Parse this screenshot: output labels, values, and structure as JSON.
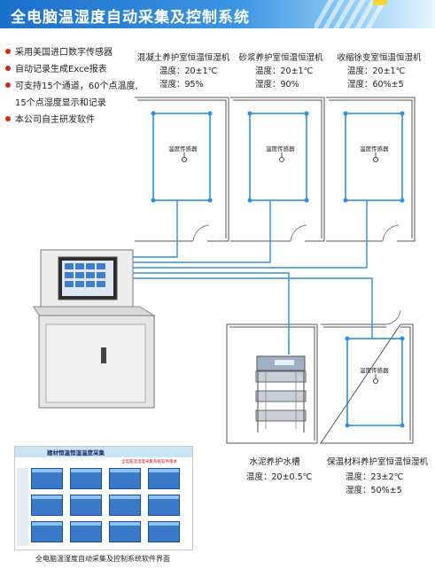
{
  "header": {
    "title": "全电脑温湿度自动采集及控制系统"
  },
  "features": [
    "采用美国进口数字传感器",
    "自动记录生成Exce报表",
    "可支持15个通道，60个点温度,",
    "15个点湿度显示和记录",
    "本公司自主研发软件"
  ],
  "rooms": [
    {
      "title": "混凝土养护室恒温恒湿机",
      "temp": "温度：20±1℃",
      "humidity": "湿度：95%"
    },
    {
      "title": "砂浆养护室恒温恒湿机",
      "temp": "温度：20±1℃",
      "humidity": "湿度：90%"
    },
    {
      "title": "收缩徐变室恒温恒湿机",
      "temp": "温度：20±1℃",
      "humidity": "湿度：60%±5"
    },
    {
      "title": "水泥养护水槽",
      "temp": "温度：20±0.5℃",
      "humidity": ""
    },
    {
      "title": "保温材料养护室恒温恒湿机",
      "temp": "温度：23±2℃",
      "humidity": "湿度：50%±5"
    }
  ],
  "sensor_label": "温度传感器",
  "software_panel": {
    "title": "建材恒温恒湿温度采集",
    "subtitle": "全电脑温湿度采集系统软件版本",
    "caption": "全电脑温湿度自动采集及控制系统软件界面"
  },
  "colors": {
    "banner": "#2a82d8",
    "pipe": "#2f8fe0",
    "bullet": "#d4261c",
    "cabinet": "#ebebeb"
  }
}
